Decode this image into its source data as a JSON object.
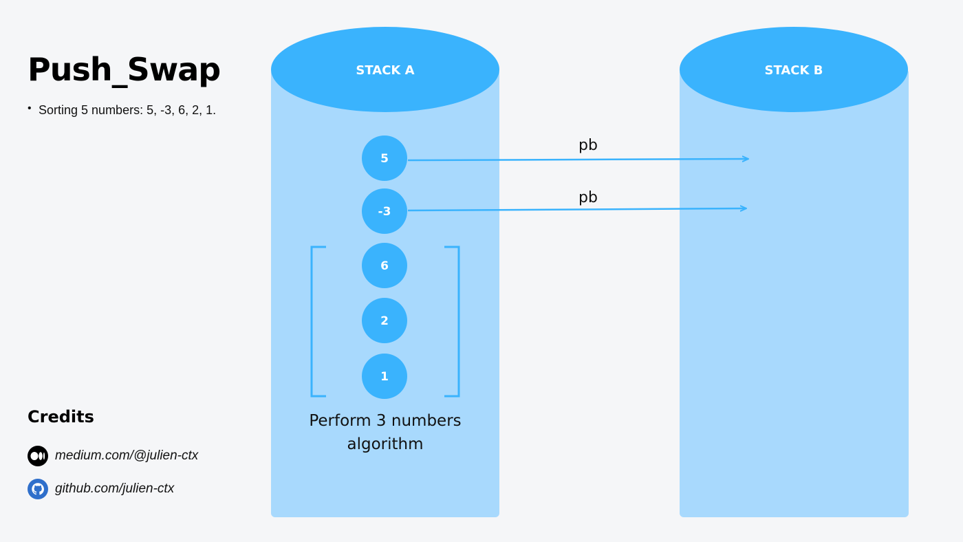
{
  "title": "Push_Swap",
  "bullet": "Sorting 5 numbers: 5, -3, 6, 2, 1.",
  "stack_a": {
    "label": "STACK A",
    "items": [
      "5",
      "-3",
      "6",
      "2",
      "1"
    ]
  },
  "stack_b": {
    "label": "STACK B"
  },
  "operations": [
    "pb",
    "pb"
  ],
  "note": {
    "line1": "Perform 3 numbers",
    "line2": "algorithm"
  },
  "credits": {
    "title": "Credits",
    "items": [
      {
        "label": "medium.com/@julien-ctx",
        "icon": "medium-icon"
      },
      {
        "label": "github.com/julien-ctx",
        "icon": "github-icon"
      }
    ]
  },
  "colors": {
    "cylinder_body": "#a8d9fd",
    "cylinder_top": "#3ab3fd",
    "node": "#3ab3fd",
    "arrow": "#3ab3fd"
  }
}
